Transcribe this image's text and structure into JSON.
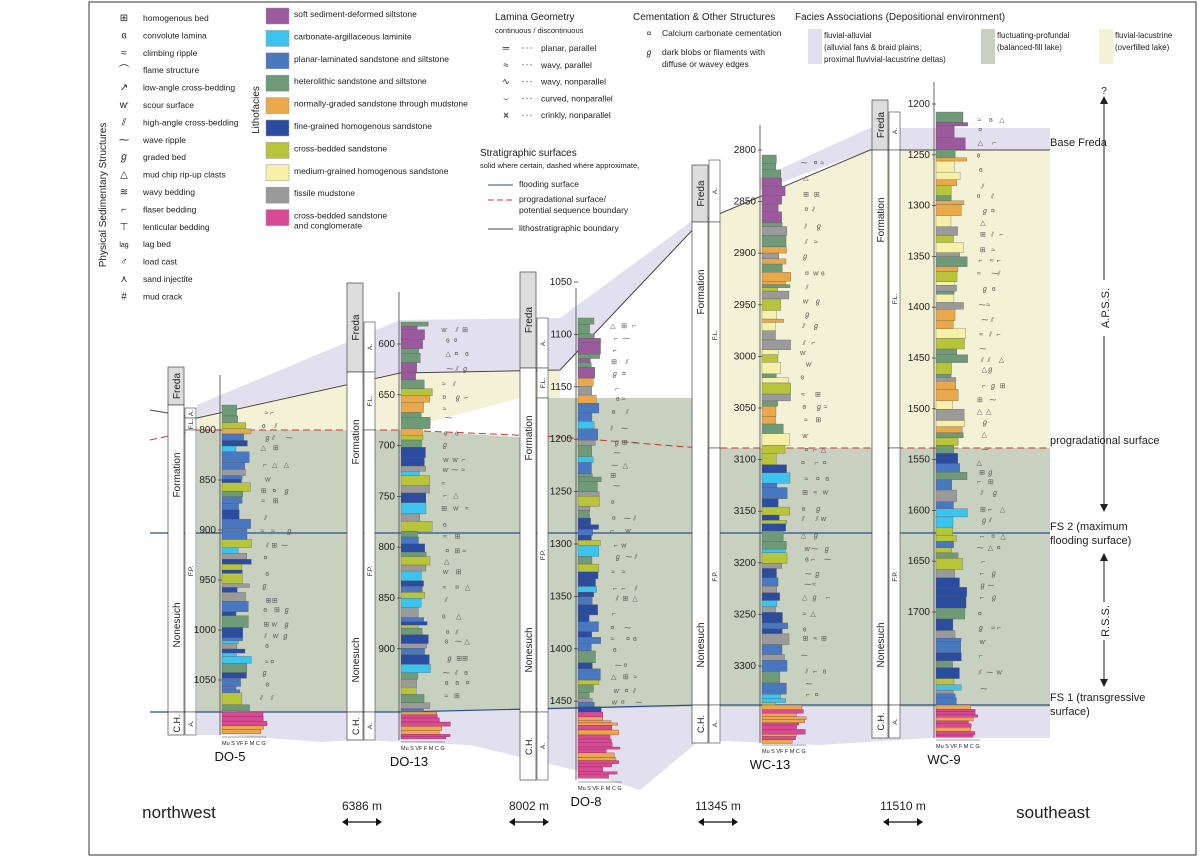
{
  "colors": {
    "fluvial_alluvial": "#e2e0ef",
    "fluctuating_profundal": "#c8d0c0",
    "fluvial_lacustrine": "#f4f2d6",
    "flooding_surface": "#2b4f8e",
    "progradational_surface": "#d0342c",
    "lithostrat_boundary": "#444444",
    "soft_sediment": "#9b5a9e",
    "carbonate_argillaceous": "#3cc4ee",
    "planar_laminated": "#4a78c0",
    "heterolithic": "#6f9a78",
    "normally_graded": "#e9a84a",
    "fine_homogenous": "#2c4ca0",
    "cross_bedded": "#b8c43a",
    "medium_homogenous": "#f6f0a8",
    "fissile_mudstone": "#9a9a9a",
    "conglomerate": "#d84a94"
  },
  "legend": {
    "physical": {
      "title": "Physical Sedimentary Structures",
      "items": [
        {
          "glyph": "⊞",
          "label": "homogenous bed"
        },
        {
          "glyph": "ɞ",
          "label": "convolute lamina"
        },
        {
          "glyph": "≈",
          "label": "climbing ripple"
        },
        {
          "glyph": "⌒",
          "label": "flame structure"
        },
        {
          "glyph": "↗",
          "label": "low-angle cross-bedding"
        },
        {
          "glyph": "ⱳ",
          "label": "scour surface"
        },
        {
          "glyph": "⫽",
          "label": "high-angle cross-bedding"
        },
        {
          "glyph": "⁓",
          "label": "wave ripple"
        },
        {
          "glyph": "ℊ",
          "label": "graded bed"
        },
        {
          "glyph": "△",
          "label": "mud chip rip-up clasts"
        },
        {
          "glyph": "≋",
          "label": "wavy bedding"
        },
        {
          "glyph": "⌐",
          "label": "flaser bedding"
        },
        {
          "glyph": "⊤",
          "label": "lenticular bedding"
        },
        {
          "glyph": "lag",
          "label": "lag bed"
        },
        {
          "glyph": "♂",
          "label": "load cast"
        },
        {
          "glyph": "⋏",
          "label": "sand injectite"
        },
        {
          "glyph": "#",
          "label": "mud crack"
        }
      ]
    },
    "lithofacies": {
      "title": "Lithofacies",
      "items": [
        {
          "key": "soft_sediment",
          "label": "soft sediment-deformed siltstone"
        },
        {
          "key": "carbonate_argillaceous",
          "label": "carbonate-argillaceous laminite"
        },
        {
          "key": "planar_laminated",
          "label": "planar-laminated sandstone and siltstone"
        },
        {
          "key": "heterolithic",
          "label": "heterolithic sandstone and siltstone"
        },
        {
          "key": "normally_graded",
          "label": "normally-graded sandstone through mudstone"
        },
        {
          "key": "fine_homogenous",
          "label": "fine-grained homogenous sandstone"
        },
        {
          "key": "cross_bedded",
          "label": "cross-bedded sandstone"
        },
        {
          "key": "medium_homogenous",
          "label": "medium-grained homogenous sandstone"
        },
        {
          "key": "fissile_mudstone",
          "label": "fissile mudstone"
        },
        {
          "key": "conglomerate",
          "label": "cross-bedded sandstone",
          "label2": "and conglomerate"
        }
      ]
    },
    "lamina": {
      "title": "Lamina Geometry",
      "subtitle": "continuous / discontinuous",
      "items": [
        {
          "glyph": "═",
          "label": "planar, parallel"
        },
        {
          "glyph": "≈",
          "label": "wavy, parallel"
        },
        {
          "glyph": "∿",
          "label": "wavy, nonparallel"
        },
        {
          "glyph": "⌣",
          "label": "curved, nonparallel"
        },
        {
          "glyph": "⩙",
          "label": "crinkly, nonparallel"
        }
      ]
    },
    "cementation": {
      "title": "Cementation & Other Structures",
      "items": [
        {
          "glyph": "¤",
          "label": "Calcium carbonate cementation"
        },
        {
          "glyph": "ℊ",
          "label": "dark blobs or filaments with",
          "label2": "diffuse or wavey edges"
        }
      ]
    },
    "stratigraphic": {
      "title": "Stratigraphic surfaces",
      "subtitle": "solid where certain, dashed where approximate,",
      "items": [
        {
          "style": "flooding",
          "label": "flooding surface"
        },
        {
          "style": "progradational",
          "label": "progradational surface/",
          "label2": "potential sequence boundary"
        },
        {
          "style": "litho",
          "label": "lithostratigraphic boundary"
        }
      ]
    },
    "facies": {
      "title": "Facies Associations (Depositional environment)",
      "items": [
        {
          "key": "fluvial_alluvial",
          "label": "fluvial-alluvial",
          "label2": "(alluvial fans & braid plains;",
          "label3": "proximal fluvivial-lacustrine deltas)"
        },
        {
          "key": "fluctuating_profundal",
          "label": "fluctuating-profundal",
          "label2": "(balanced-fill lake)"
        },
        {
          "key": "fluvial_lacustrine",
          "label": "fluvial-lacustrine",
          "label2": "(overfilled lake)"
        }
      ]
    }
  },
  "wells": [
    {
      "name": "DO-5",
      "ticks": [
        "800",
        "850",
        "900",
        "950",
        "1000",
        "1050"
      ]
    },
    {
      "name": "DO-13",
      "ticks": [
        "600",
        "650",
        "700",
        "750",
        "800",
        "850",
        "900"
      ]
    },
    {
      "name": "DO-8",
      "ticks": [
        "1050",
        "1100",
        "1150",
        "1200",
        "1250",
        "1300",
        "1350",
        "1400",
        "1450"
      ]
    },
    {
      "name": "WC-13",
      "ticks": [
        "2800",
        "2850",
        "2900",
        "2950",
        "3000",
        "3050",
        "3100",
        "3150",
        "3200",
        "3250",
        "3300"
      ]
    },
    {
      "name": "WC-9",
      "ticks": [
        "1200",
        "1250",
        "1300",
        "1350",
        "1400",
        "1450",
        "1500",
        "1550",
        "1600",
        "1650",
        "1700"
      ]
    }
  ],
  "strat_labels": {
    "freda": "Freda",
    "formation": "Formation",
    "nonesuch": "Nonesuch",
    "ch": "C.H.",
    "a": "A.",
    "fl": "F.L.",
    "fp": "F.P."
  },
  "grain_scale": "Mu S VF F M C G",
  "surfaces": {
    "base_freda": "Base Freda",
    "progradational": "progradational surface",
    "fs2_a": "FS 2 (maximum",
    "fs2_b": "flooding surface)",
    "fs1_a": "FS 1 (transgressive",
    "fs1_b": "surface)",
    "apss": "A.P.S.S.",
    "rss": "R.S.S.",
    "question": "?"
  },
  "distances": [
    "6386 m",
    "8002 m",
    "11345 m",
    "11510 m"
  ],
  "directions": {
    "northwest": "northwest",
    "southeast": "southeast"
  }
}
